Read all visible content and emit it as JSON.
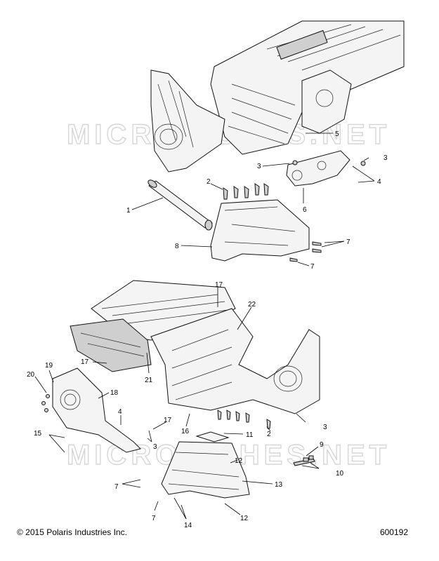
{
  "watermark": "MICROFICHES.NET",
  "footer": {
    "copyright": "© 2015 Polaris Industries Inc.",
    "diagram_number": "600192"
  },
  "callouts": {
    "top": [
      "1",
      "2",
      "3",
      "3",
      "4",
      "5",
      "6",
      "7",
      "7",
      "8"
    ],
    "bottom": [
      "17",
      "22",
      "17",
      "21",
      "19",
      "20",
      "18",
      "4",
      "17",
      "16",
      "3",
      "3",
      "15",
      "11",
      "2",
      "9",
      "12",
      "10",
      "7",
      "13",
      "7",
      "14",
      "12"
    ]
  }
}
